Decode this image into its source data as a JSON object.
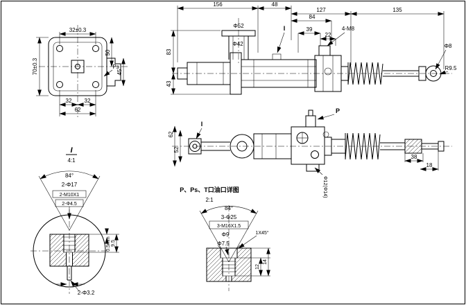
{
  "views": {
    "end_view": {
      "dim_top": "32±0.3",
      "dim_left": "70±0.3",
      "dim_b1": "32",
      "dim_b2": "32",
      "dim_b3": "62",
      "dim_r1": "50",
      "dim_r2": "45",
      "port": "Ps"
    },
    "top_view": {
      "d156": "156",
      "d48": "48",
      "d127": "127",
      "d135": "135",
      "d84": "84",
      "d39": "39",
      "d22": "22",
      "bolt": "4-M8",
      "phi52": "Φ52",
      "phi42": "Φ42",
      "marker": "I",
      "d83": "83",
      "d43": "43",
      "phi8": "Φ8",
      "r95": "R9.5"
    },
    "middle_view": {
      "d62": "62",
      "d52": "52",
      "marker": "I",
      "port_p": "P",
      "d38": "38",
      "d18": "18",
      "phi12": "Φ12(Φ14)"
    },
    "detail_i": {
      "title": "I",
      "scale": "4:1",
      "angle": "84°",
      "d1": "2-Φ17",
      "d2": "2-M10X1",
      "d3": "2-Φ4.5",
      "d4": "0.5mm",
      "d5": "9.5",
      "d6": "2-Φ3.2"
    },
    "port_detail": {
      "title": "P、Ps、T口油口详图",
      "scale": "2:1",
      "angle": "84°",
      "d1": "3-Φ25",
      "d2": "3-M16X1.5",
      "d3": "Φ9",
      "d4": "Φ7.5",
      "chamfer": "1X45°",
      "depth_thread": "12",
      "depth_hole": "14"
    }
  }
}
